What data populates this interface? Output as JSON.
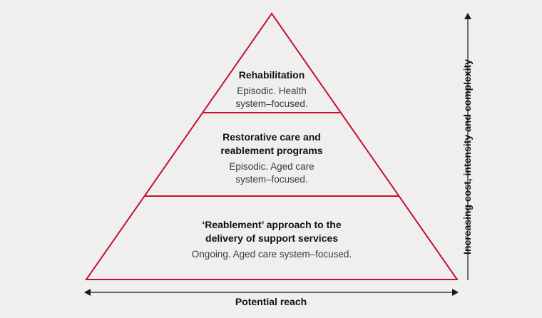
{
  "colors": {
    "background": "#efefef",
    "pyramid_stroke": "#c8102e",
    "arrow": "#1a1a1a",
    "title_text": "#111111",
    "desc_text": "#3a3a3a"
  },
  "tiers": [
    {
      "title": "Rehabilitation",
      "description_lines": [
        "Episodic. Health",
        "system–focused."
      ]
    },
    {
      "title_lines": [
        "Restorative care and",
        "reablement programs"
      ],
      "description_lines": [
        "Episodic. Aged care",
        "system–focused."
      ]
    },
    {
      "title_lines": [
        "‘Reablement’ approach to the",
        "delivery of support services"
      ],
      "description_lines": [
        "Ongoing. Aged care system–focused."
      ]
    }
  ],
  "y_axis": {
    "label": "Increasing cost, intensity and complexity",
    "arrow": "up"
  },
  "x_axis": {
    "label": "Potential reach",
    "arrow": "both"
  }
}
